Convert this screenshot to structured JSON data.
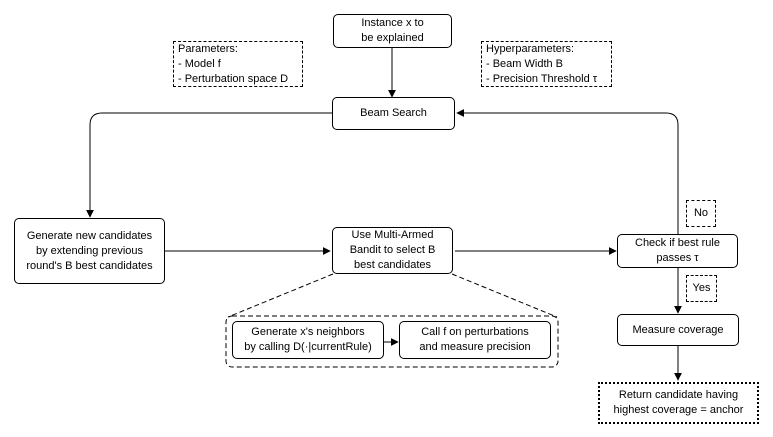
{
  "nodes": {
    "instance": [
      "Instance x to",
      "be explained"
    ],
    "parameters": [
      "Parameters:",
      "- Model f",
      "- Perturbation space D"
    ],
    "hyperparameters": [
      "Hyperparameters:",
      "- Beam Width B",
      "- Precision Threshold τ"
    ],
    "beam_search": [
      "Beam Search"
    ],
    "generate_candidates": [
      "Generate new candidates",
      "by extending previous",
      "round's B best candidates"
    ],
    "multi_armed_bandit": [
      "Use Multi-Armed",
      "Bandit to select B",
      "best candidates"
    ],
    "check_rule": [
      "Check if best rule",
      "passes τ"
    ],
    "generate_neighbors": [
      "Generate x's neighbors",
      "by calling D(·|currentRule)"
    ],
    "call_f": [
      "Call f on perturbations",
      "and measure precision"
    ],
    "measure_coverage": [
      "Measure coverage"
    ],
    "return_candidate": [
      "Return candidate having",
      "highest coverage = anchor"
    ]
  },
  "edge_labels": {
    "no": "No",
    "yes": "Yes"
  }
}
